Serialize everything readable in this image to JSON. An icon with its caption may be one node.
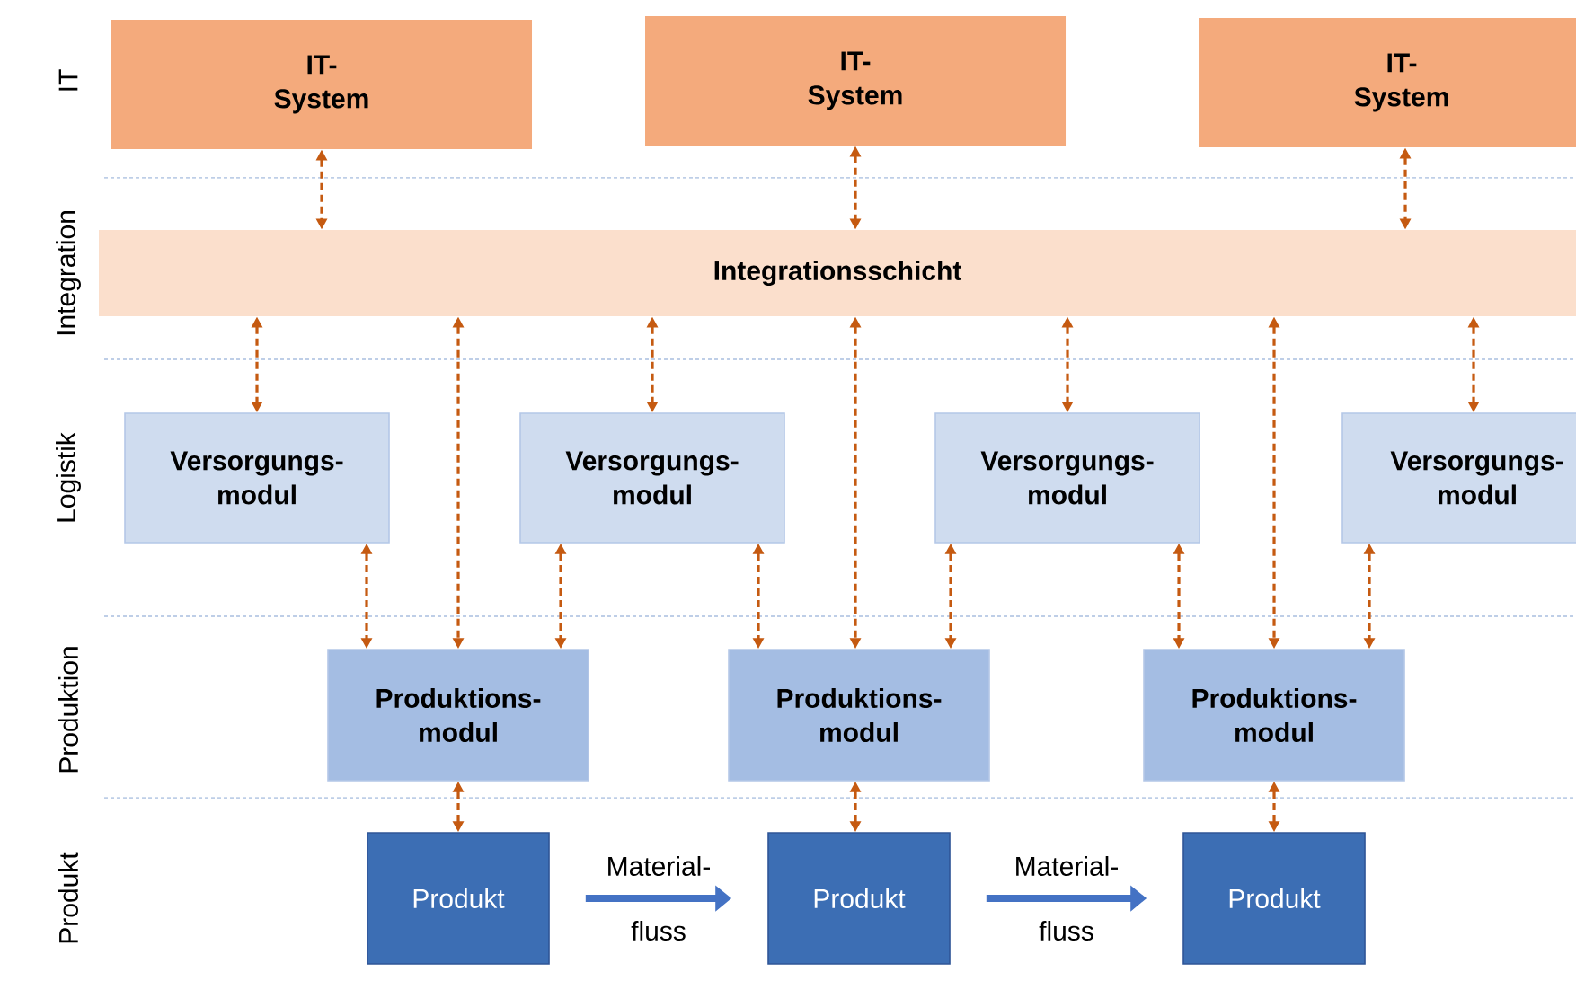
{
  "diagram": {
    "nodes": [
      {
        "text": [
          "IT- System"
        ]
      },
      {
        "text": [
          "IT- System"
        ]
      },
      {
        "text": [
          "IT- System"
        ]
      },
      {
        "text": [
          "Integrationsschicht"
        ]
      },
      {
        "text": [
          "Versorgungs- modul"
        ]
      },
      {
        "text": [
          "Versorgungs- modul"
        ]
      },
      {
        "text": [
          "Versorgungs- modul"
        ]
      },
      {
        "text": [
          "Versorgungs- modul"
        ]
      },
      {
        "text": [
          "Produktions- modul"
        ]
      },
      {
        "text": [
          "Produktions- modul"
        ]
      },
      {
        "text": [
          "Produktions- modul"
        ]
      },
      {
        "text": [
          "Produkt"
        ]
      },
      {
        "text": [
          "Produkt"
        ]
      },
      {
        "text": [
          "Produkt"
        ]
      }
    ],
    "edges": [
      {
        "from": 0,
        "to": 3,
        "arrow": "both",
        "style": "dashed"
      },
      {
        "from": 1,
        "to": 3,
        "arrow": "both",
        "style": "dashed"
      },
      {
        "from": 2,
        "to": 3,
        "arrow": "both",
        "style": "dashed"
      },
      {
        "from": 3,
        "to": 4,
        "arrow": "both",
        "style": "dashed"
      },
      {
        "from": 3,
        "to": 5,
        "arrow": "both",
        "style": "dashed"
      },
      {
        "from": 3,
        "to": 6,
        "arrow": "both",
        "style": "dashed"
      },
      {
        "from": 3,
        "to": 7,
        "arrow": "both",
        "style": "dashed"
      },
      {
        "from": 3,
        "to": 8,
        "arrow": "both",
        "style": "dashed"
      },
      {
        "from": 3,
        "to": 9,
        "arrow": "both",
        "style": "dashed"
      },
      {
        "from": 3,
        "to": 10,
        "arrow": "both",
        "style": "dashed"
      },
      {
        "from": 4,
        "to": 8,
        "arrow": "both",
        "style": "dashed"
      },
      {
        "from": 5,
        "to": 8,
        "arrow": "both",
        "style": "dashed"
      },
      {
        "from": 5,
        "to": 9,
        "arrow": "both",
        "style": "dashed"
      },
      {
        "from": 6,
        "to": 9,
        "arrow": "both",
        "style": "dashed"
      },
      {
        "from": 6,
        "to": 10,
        "arrow": "both",
        "style": "dashed"
      },
      {
        "from": 7,
        "to": 10,
        "arrow": "both",
        "style": "dashed"
      },
      {
        "from": 8,
        "to": 11,
        "arrow": "both",
        "style": "dashed"
      },
      {
        "from": 9,
        "to": 12,
        "arrow": "both",
        "style": "dashed"
      },
      {
        "from": 10,
        "to": 13,
        "arrow": "both",
        "style": "dashed"
      },
      {
        "from": 11,
        "to": 12,
        "arrow": "to",
        "label": "Material- fluss",
        "style": "thick",
        "color": "#4472c4"
      },
      {
        "from": 12,
        "to": 13,
        "arrow": "to",
        "label": "Material- fluss",
        "style": "thick",
        "color": "#4472c4"
      }
    ],
    "labels": [
      "IT",
      "Integration",
      "Logistik",
      "Produktion",
      "Produkt"
    ]
  }
}
